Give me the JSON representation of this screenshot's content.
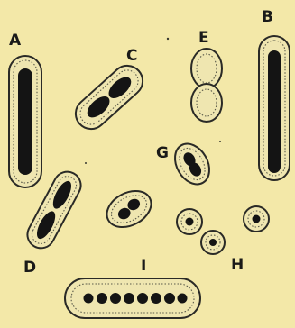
{
  "labels": {
    "a": "A",
    "b": "B",
    "c": "C",
    "d": "D",
    "e": "E",
    "g": "G",
    "h": "H",
    "i": "I"
  },
  "colors": {
    "paper": "#f3e8a8",
    "ink": "#141414",
    "outline": "#2a2a26"
  }
}
